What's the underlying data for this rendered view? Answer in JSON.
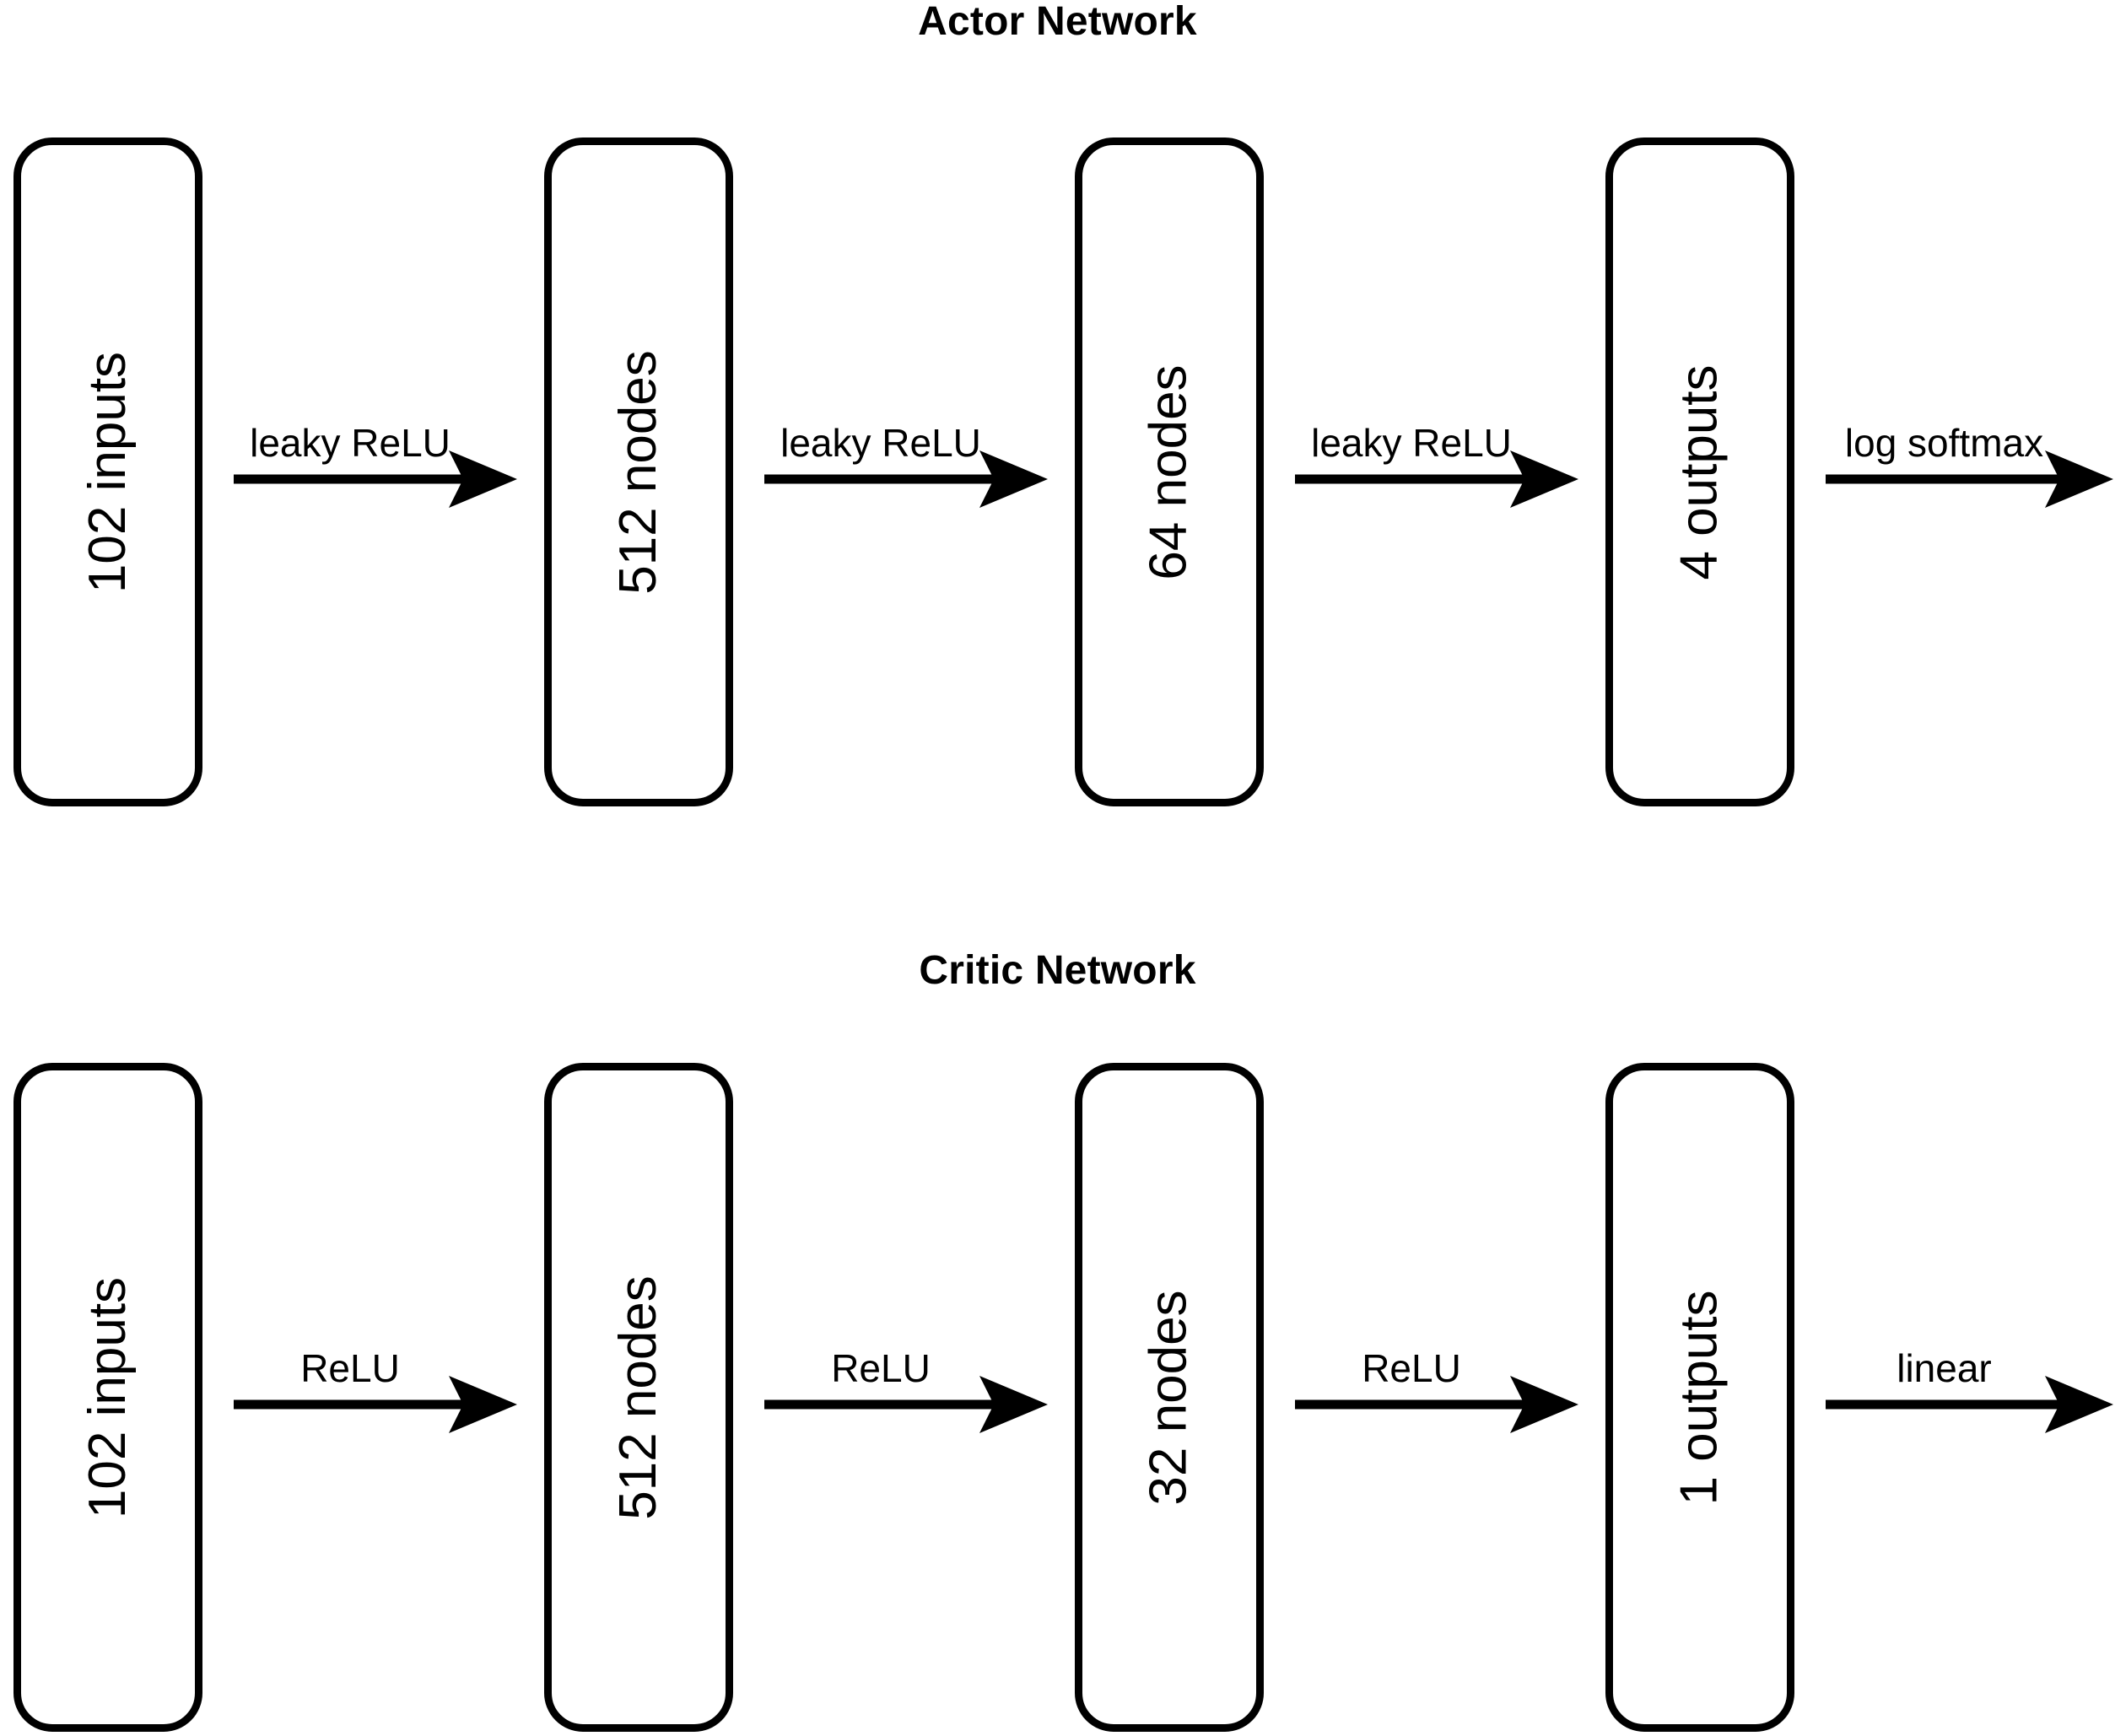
{
  "figure": {
    "type": "architecture-diagram",
    "description": "Actor and Critic neural network architectures",
    "background_color": "#ffffff",
    "stroke_color": "#000000"
  },
  "networks": [
    {
      "id": "actor",
      "title": "Actor Network",
      "layers": [
        {
          "id": "actor-input",
          "label": "102 inputs"
        },
        {
          "id": "actor-hidden1",
          "label": "512 nodes"
        },
        {
          "id": "actor-hidden2",
          "label": "64 nodes"
        },
        {
          "id": "actor-output",
          "label": "4 outputs"
        }
      ],
      "connections": [
        {
          "id": "actor-arrow-1",
          "label": "leaky ReLU",
          "from": "actor-input",
          "to": "actor-hidden1"
        },
        {
          "id": "actor-arrow-2",
          "label": "leaky ReLU",
          "from": "actor-hidden1",
          "to": "actor-hidden2"
        },
        {
          "id": "actor-arrow-3",
          "label": "leaky ReLU",
          "from": "actor-hidden2",
          "to": "actor-output"
        },
        {
          "id": "actor-arrow-4",
          "label": "log softmax",
          "from": "actor-output",
          "to": ""
        }
      ]
    },
    {
      "id": "critic",
      "title": "Critic Network",
      "layers": [
        {
          "id": "critic-input",
          "label": "102 inputs"
        },
        {
          "id": "critic-hidden1",
          "label": "512 nodes"
        },
        {
          "id": "critic-hidden2",
          "label": "32 nodes"
        },
        {
          "id": "critic-output",
          "label": "1 outputs"
        }
      ],
      "connections": [
        {
          "id": "critic-arrow-1",
          "label": "ReLU",
          "from": "critic-input",
          "to": "critic-hidden1"
        },
        {
          "id": "critic-arrow-2",
          "label": "ReLU",
          "from": "critic-hidden1",
          "to": "critic-hidden2"
        },
        {
          "id": "critic-arrow-3",
          "label": "ReLU",
          "from": "critic-hidden2",
          "to": "critic-output"
        },
        {
          "id": "critic-arrow-4",
          "label": "linear",
          "from": "critic-output",
          "to": ""
        }
      ]
    }
  ]
}
